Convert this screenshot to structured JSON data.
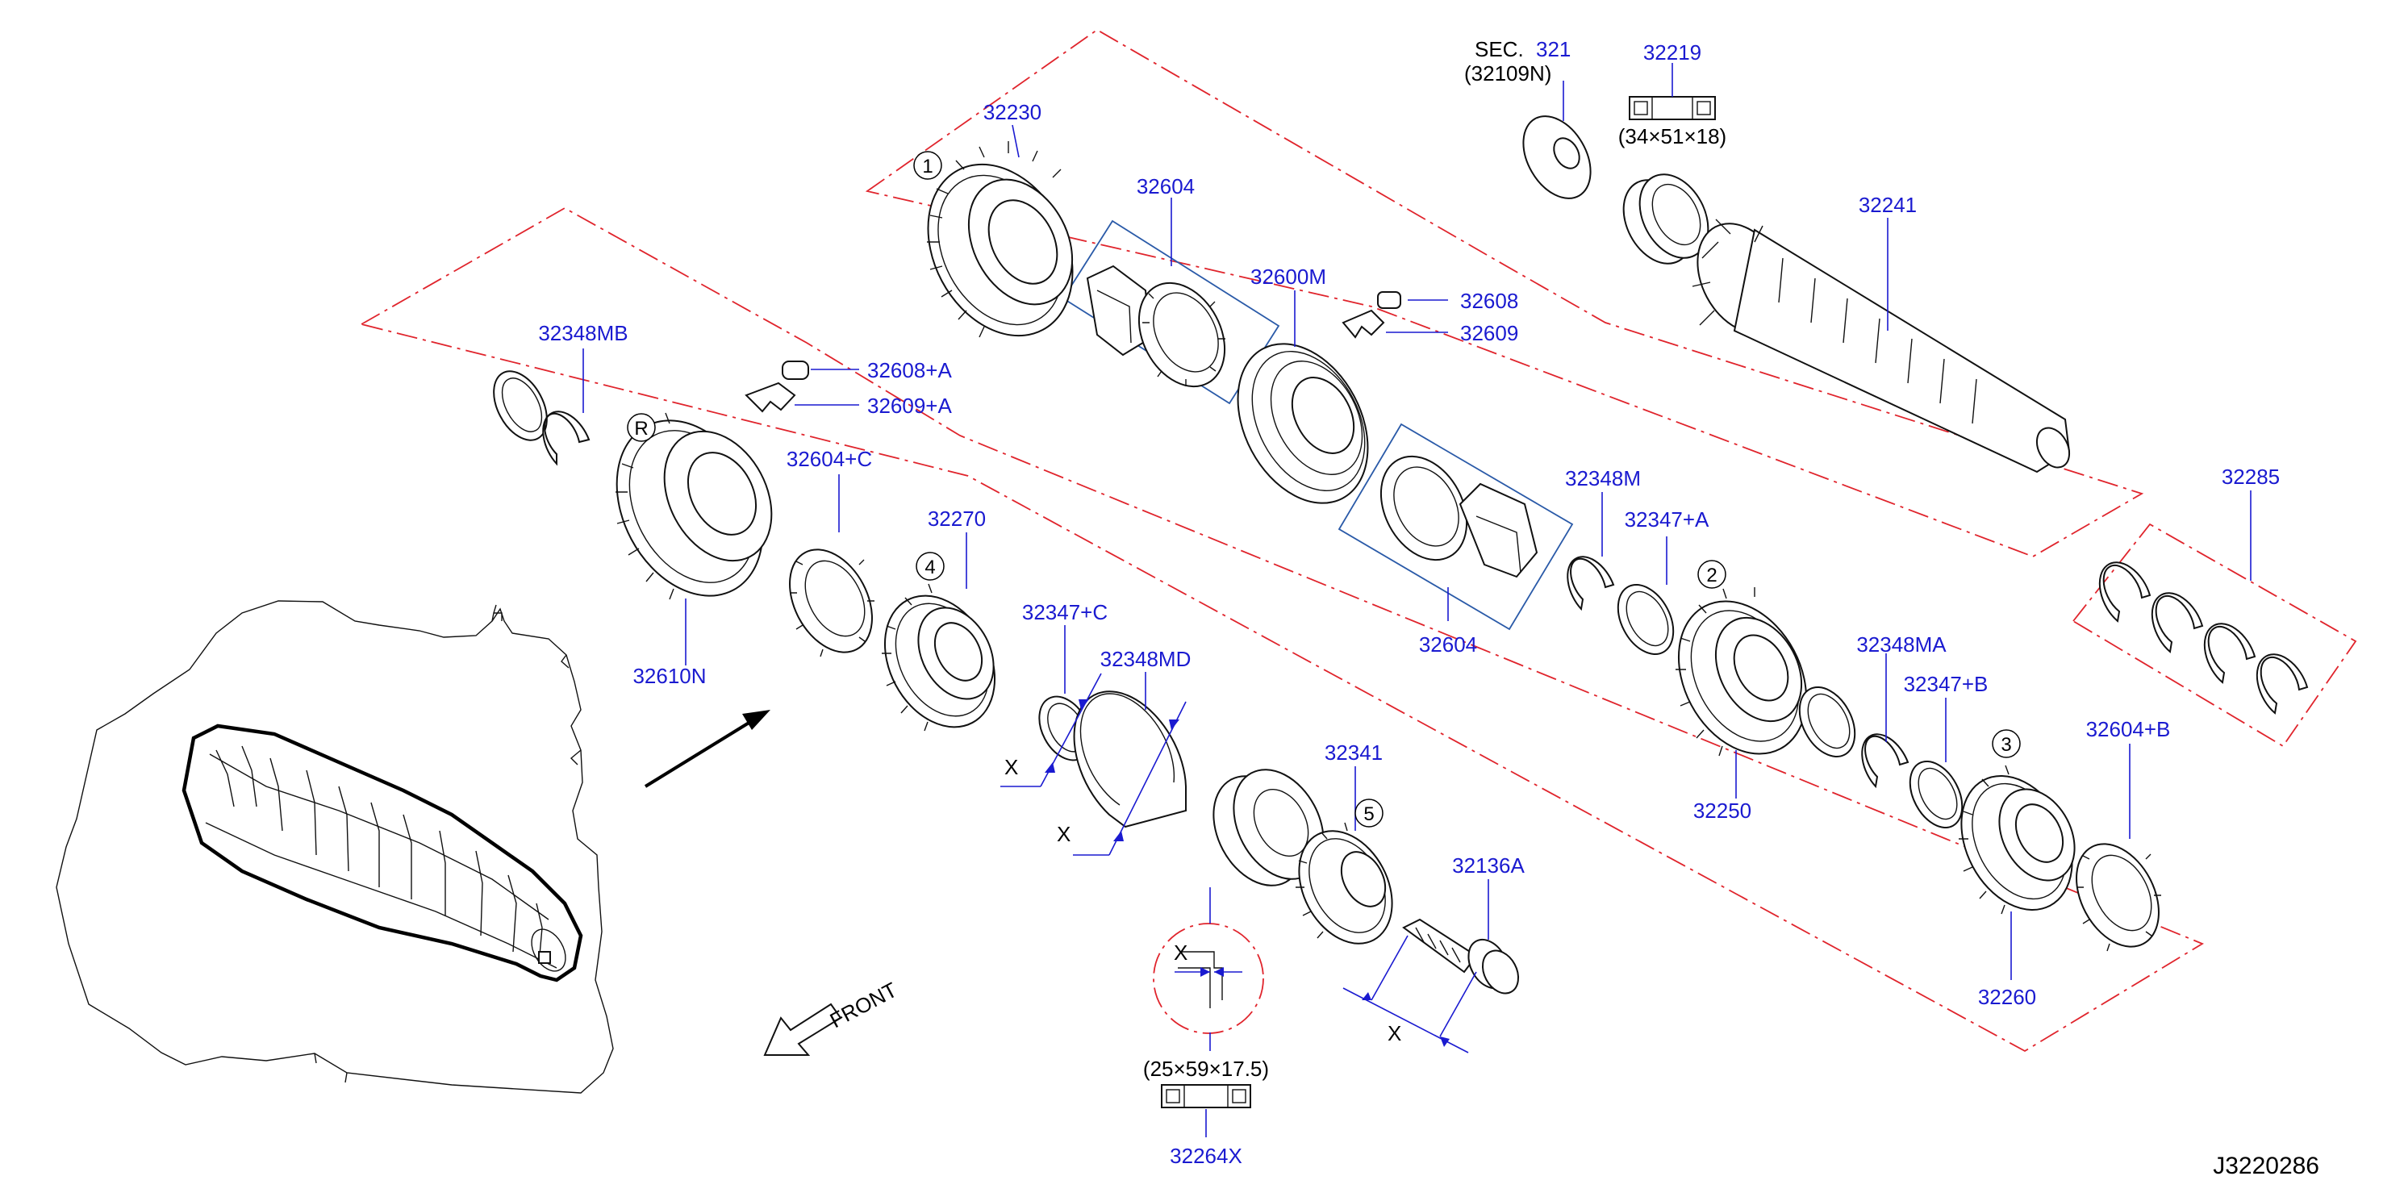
{
  "colors": {
    "part_number": "#1a1ad0",
    "leader": "#1a1ad0",
    "group_outline": "#e0242c",
    "sub_box": "#2a5aa8",
    "line_art": "#111111"
  },
  "labels": {
    "p32230": "32230",
    "p32604_top": "32604",
    "p32600M": "32600M",
    "p32608": "32608",
    "p32609": "32609",
    "sec": "SEC.",
    "sec_num": "321",
    "p32109N": "(32109N)",
    "p32219": "32219",
    "dim_34": "(34×51×18)",
    "p32241": "32241",
    "p32348MB": "32348MB",
    "p32608A": "32608+A",
    "p32609A": "32609+A",
    "p32604C": "32604+C",
    "p32270": "32270",
    "p32610N": "32610N",
    "p32348M": "32348M",
    "p32347A": "32347+A",
    "p32604_bottom": "32604",
    "p32285": "32285",
    "p32347C": "32347+C",
    "p32348MD": "32348MD",
    "p32348MA": "32348MA",
    "p32347B": "32347+B",
    "p32250": "32250",
    "p32341": "32341",
    "p32604B": "32604+B",
    "p32136A": "32136A",
    "p32260": "32260",
    "dim_25": "(25×59×17.5)",
    "p32264X": "32264X",
    "front": "FRONT",
    "code": "J3220286",
    "x": "X",
    "c1": "1",
    "c2": "2",
    "c3": "3",
    "c4": "4",
    "c5": "5",
    "cR": "R"
  }
}
